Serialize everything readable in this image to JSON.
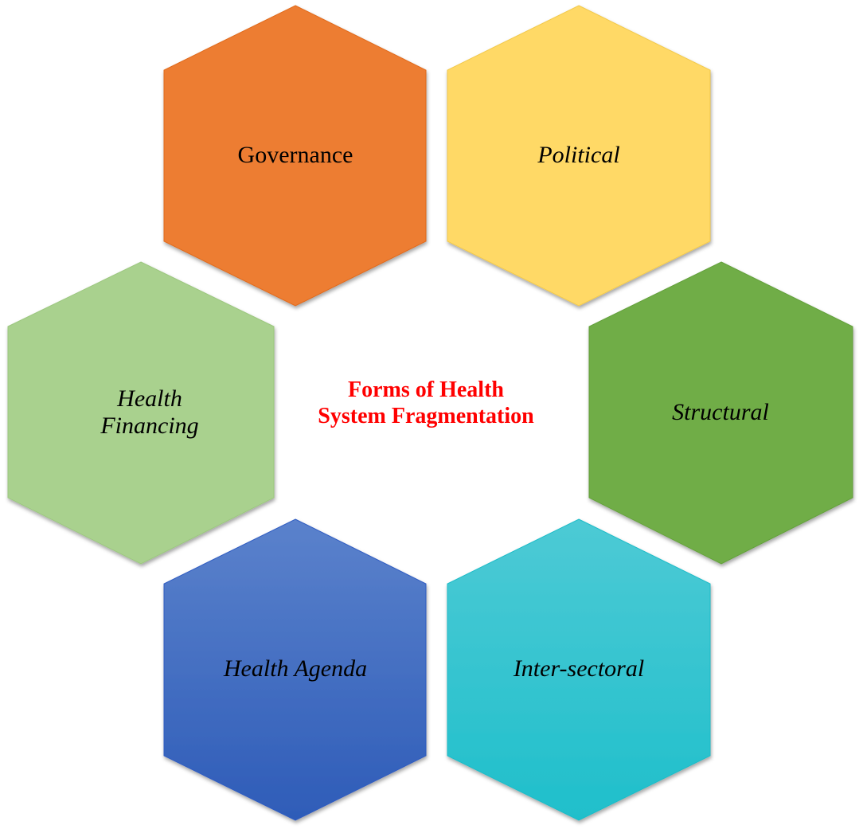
{
  "diagram": {
    "title_line1": "Forms of Health",
    "title_line2": "System Fragmentation",
    "title_color": "#FF0000",
    "nodes": [
      {
        "id": "governance",
        "label": "Governance",
        "italic": false,
        "color_top": "#ED7D31",
        "color_bottom": "#ED7D31",
        "position": "top-left"
      },
      {
        "id": "political",
        "label": "Political",
        "italic": true,
        "color_top": "#FFD966",
        "color_bottom": "#FFD966",
        "position": "top-right"
      },
      {
        "id": "health-financing",
        "label_line1": "Health",
        "label_line2": "Financing",
        "italic": true,
        "color_top": "#A9D18E",
        "color_bottom": "#A9D18E",
        "position": "middle-left"
      },
      {
        "id": "structural",
        "label": "Structural",
        "italic": true,
        "color_top": "#70AD47",
        "color_bottom": "#70AD47",
        "position": "middle-right"
      },
      {
        "id": "health-agenda",
        "label": "Health Agenda",
        "italic": true,
        "color_top": "#5B82CC",
        "color_bottom": "#2E5CB8",
        "position": "bottom-left"
      },
      {
        "id": "inter-sectoral",
        "label": "Inter-sectoral",
        "italic": true,
        "color_top": "#4DCAD5",
        "color_bottom": "#1FBFCB",
        "position": "bottom-right"
      }
    ]
  }
}
